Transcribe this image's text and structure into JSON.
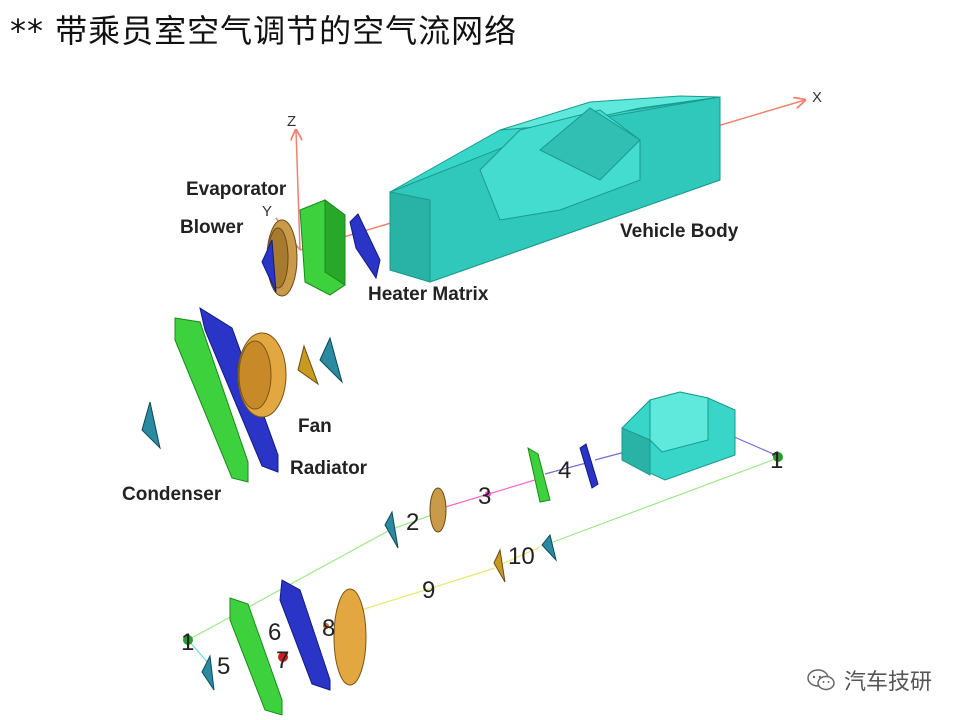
{
  "title": "** 带乘员室空气调节的空气流网络",
  "axes": {
    "x": "X",
    "y": "Y",
    "z": "Z"
  },
  "components": {
    "evaporator": "Evaporator",
    "blower": "Blower",
    "heater": "Heater Matrix",
    "vehicle_body": "Vehicle Body",
    "fan": "Fan",
    "radiator": "Radiator",
    "condenser": "Condenser"
  },
  "nodes": {
    "n1_right": "1",
    "n1_left": "1",
    "n2": "2",
    "n3": "3",
    "n4": "4",
    "n5": "5",
    "n6": "6",
    "n7": "7",
    "n8": "8",
    "n9": "9",
    "n10": "10"
  },
  "watermark": "汽车技研",
  "colors": {
    "cyan": "#37d6c8",
    "green": "#3dd13d",
    "blue": "#2a35c8",
    "tan": "#c89a4a",
    "axis": "#f08070"
  }
}
